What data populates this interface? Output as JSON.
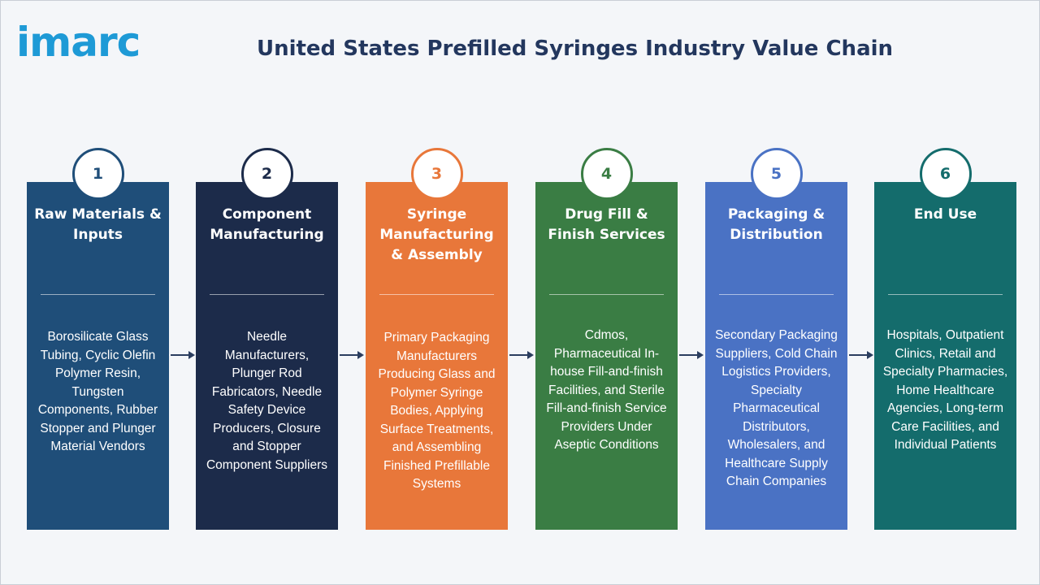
{
  "logo": {
    "text": "imarc",
    "color": "#1e9ad6"
  },
  "title": "United States Prefilled Syringes Industry Value Chain",
  "steps": [
    {
      "number": "1",
      "heading": "Raw Materials & Inputs",
      "body": "Borosilicate Glass Tubing, Cyclic Olefin Polymer Resin, Tungsten Components, Rubber Stopper and Plunger Material Vendors",
      "color": "#1f4e79"
    },
    {
      "number": "2",
      "heading": "Component Manufacturing",
      "body": "Needle Manufacturers, Plunger Rod Fabricators, Needle Safety Device Producers, Closure and Stopper Component Suppliers",
      "color": "#1c2b4a"
    },
    {
      "number": "3",
      "heading": "Syringe Manufacturing & Assembly",
      "body": "Primary Packaging Manufacturers Producing Glass and Polymer Syringe Bodies, Applying Surface Treatments, and Assembling Finished Prefillable Systems",
      "color": "#e8773a"
    },
    {
      "number": "4",
      "heading": "Drug Fill & Finish Services",
      "body": "Cdmos, Pharmaceutical In-house Fill-and-finish Facilities, and Sterile Fill-and-finish Service Providers Under Aseptic Conditions",
      "color": "#3a7d44"
    },
    {
      "number": "5",
      "heading": "Packaging & Distribution",
      "body": "Secondary Packaging Suppliers, Cold Chain Logistics Providers, Specialty Pharmaceutical Distributors, Wholesalers, and Healthcare Supply Chain Companies",
      "color": "#4a72c4"
    },
    {
      "number": "6",
      "heading": "End Use",
      "body": "Hospitals, Outpatient Clinics, Retail and Specialty Pharmacies, Home Healthcare Agencies, Long-term Care Facilities, and Individual Patients",
      "color": "#146c6c"
    }
  ]
}
